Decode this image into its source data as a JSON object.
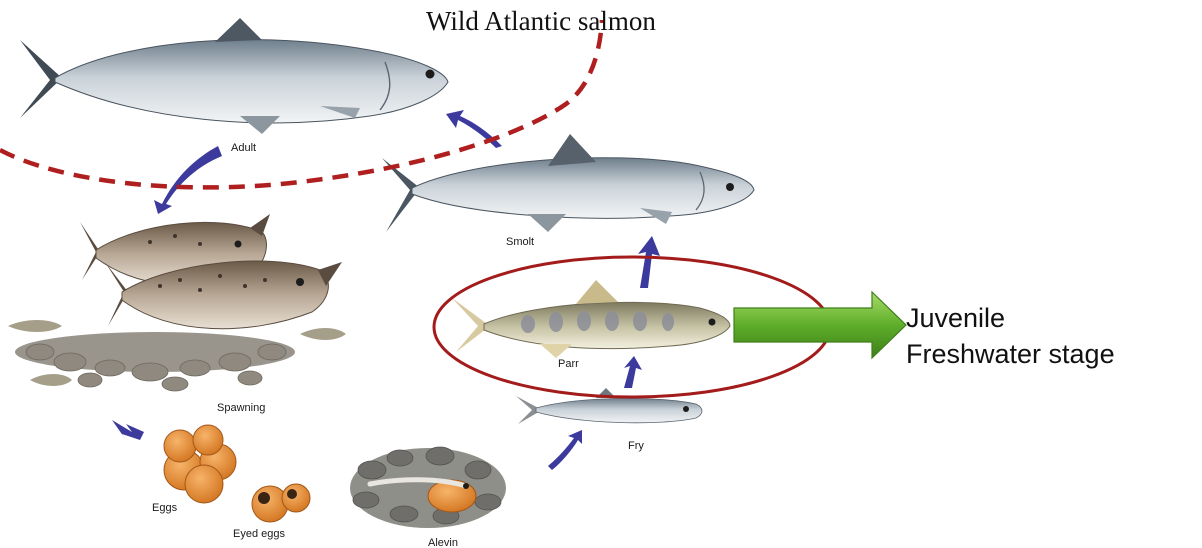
{
  "title": "Wild Atlantic salmon",
  "stages": {
    "adult": "Adult",
    "smolt": "Smolt",
    "spawning": "Spawning",
    "parr": "Parr",
    "fry": "Fry",
    "eggs": "Eggs",
    "eyed_eggs": "Eyed eggs",
    "alevin": "Alevin"
  },
  "callout": {
    "line1": "Juvenile",
    "line2": "Freshwater stage"
  },
  "colors": {
    "highlight_ring": "#a31b1b",
    "dashed_boundary": "#b01f1f",
    "cycle_arrows": "#3d3a9e",
    "callout_arrow": "#5fae2a",
    "salmon_body": "#b9c3cb",
    "egg": "#e08a35"
  }
}
